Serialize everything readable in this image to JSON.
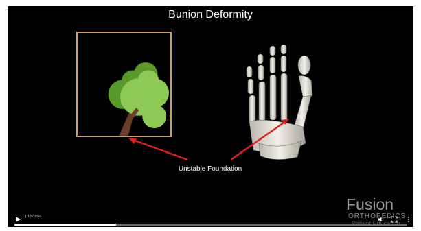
{
  "slide": {
    "title": "Bunion Deformity",
    "caption": "Unstable Foundation"
  },
  "watermark": {
    "brand": "Fusion",
    "subtitle": "ORTHOPEDICS",
    "tagline": "Patient Education"
  },
  "player": {
    "time": "1:18 / 3:03",
    "progress_fraction": 0.26
  },
  "colors": {
    "background": "#000000",
    "box_border": "#c8a063",
    "arrow": "#e02020",
    "leaf_dark": "#5a9a2a",
    "leaf_light": "#8fc955",
    "trunk": "#6b3e26"
  },
  "icons": {
    "play": "play-icon",
    "volume": "volume-icon",
    "fullscreen": "fullscreen-icon",
    "more": "more-options-icon"
  }
}
